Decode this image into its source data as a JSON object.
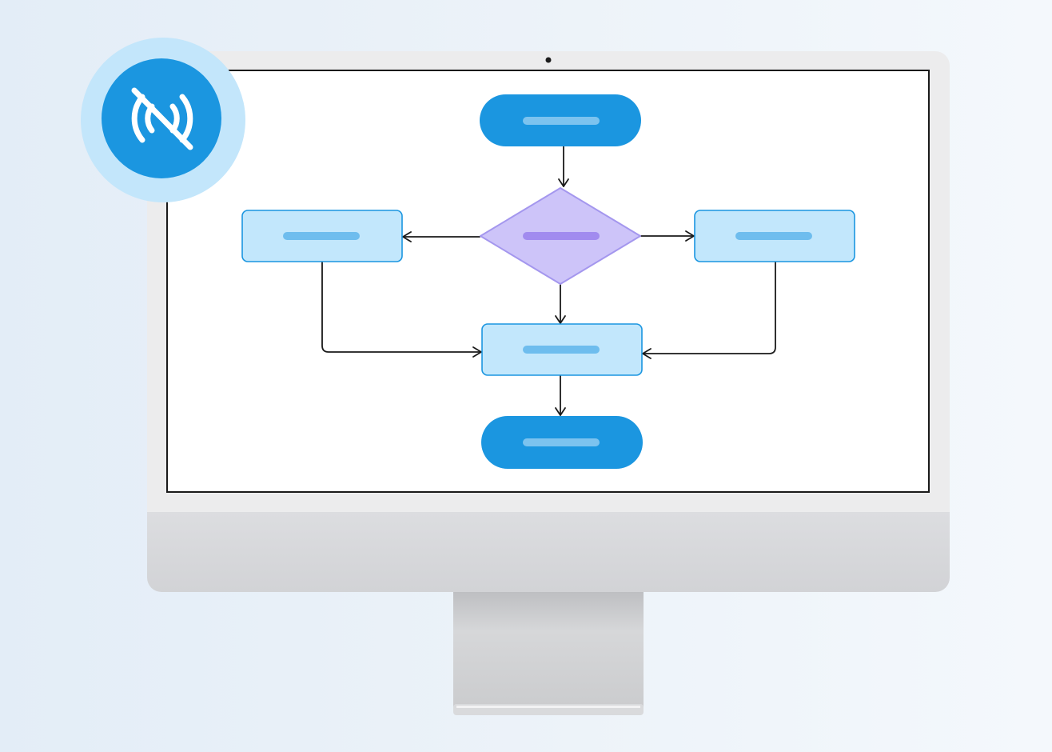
{
  "illustration": {
    "badge_icon": "no-signal-icon",
    "device": "desktop-monitor",
    "colors": {
      "background": "#e8f0f8",
      "badge_outer": "#c3e6fb",
      "badge_inner": "#1b96e0",
      "terminal_fill": "#1b96e0",
      "terminal_text_placeholder": "#7cc3ef",
      "process_fill": "#c2e7fc",
      "process_border": "#1b96e0",
      "process_text_placeholder": "#6ebdee",
      "decision_fill": "#cdc4f9",
      "decision_border": "#a497ee",
      "decision_text_placeholder": "#a18bef",
      "connector": "#1a1a1a"
    }
  },
  "flowchart": {
    "nodes": [
      {
        "id": "start",
        "kind": "terminal"
      },
      {
        "id": "decision",
        "kind": "decision"
      },
      {
        "id": "left-process",
        "kind": "process"
      },
      {
        "id": "right-process",
        "kind": "process"
      },
      {
        "id": "merge-process",
        "kind": "process"
      },
      {
        "id": "end",
        "kind": "terminal"
      }
    ],
    "edges": [
      {
        "from": "start",
        "to": "decision"
      },
      {
        "from": "decision",
        "to": "left-process"
      },
      {
        "from": "decision",
        "to": "right-process"
      },
      {
        "from": "decision",
        "to": "merge-process"
      },
      {
        "from": "left-process",
        "to": "merge-process"
      },
      {
        "from": "right-process",
        "to": "merge-process"
      },
      {
        "from": "merge-process",
        "to": "end"
      }
    ]
  }
}
